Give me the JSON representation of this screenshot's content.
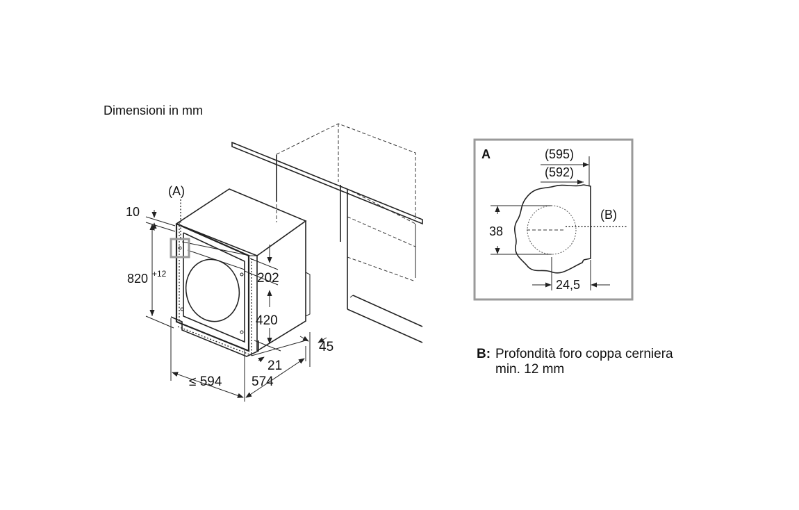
{
  "title": "Dimensioni in mm",
  "main_view": {
    "detail_callout": "(A)",
    "dims": {
      "top_offset": "10",
      "height_base": "820",
      "height_tolerance": "+12",
      "upper_hinge": "202",
      "hinge_spacing": "420",
      "plinth_depth": "45",
      "plinth_height": "21",
      "width": "≤ 594",
      "depth": "574"
    }
  },
  "detail_view": {
    "label": "A",
    "dims": {
      "outer": "(595)",
      "inner": "(592)",
      "cup_diameter": "38",
      "cup_offset": "24,5"
    },
    "callout_b": "(B)"
  },
  "note": {
    "key": "B:",
    "line1": "Profondità foro coppa cerniera",
    "line2": "min. 12 mm"
  }
}
